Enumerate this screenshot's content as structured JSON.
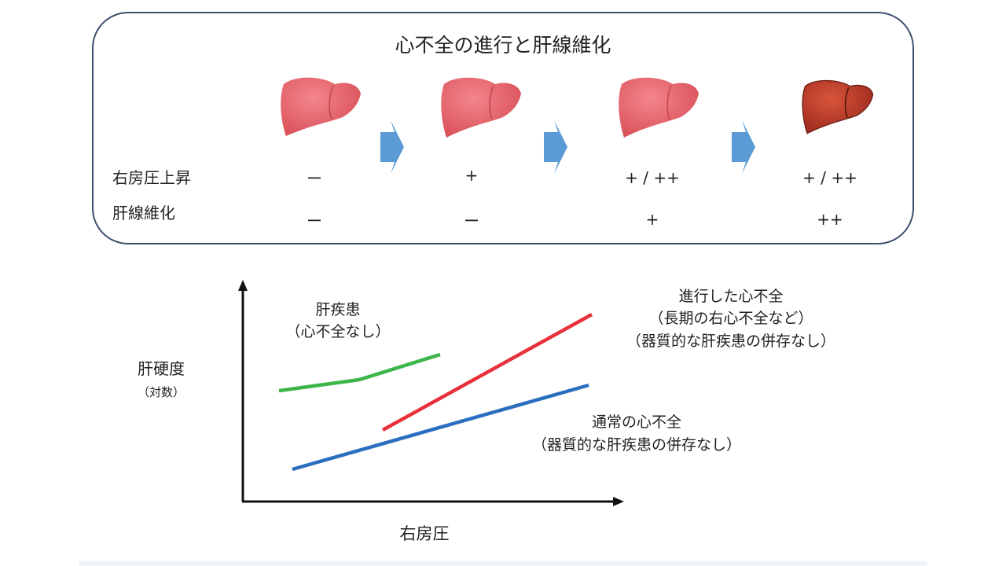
{
  "top_panel": {
    "title": "心不全の進行と肝線維化",
    "rows": [
      {
        "label": "右房圧上昇",
        "values": [
          "ー",
          "+",
          "+ / ++",
          "+ / ++"
        ]
      },
      {
        "label": "肝線維化",
        "values": [
          "ー",
          "ー",
          "+",
          "++"
        ]
      }
    ],
    "liver_colors": [
      "#e8606a",
      "#e8606a",
      "#e8606a",
      "#c0392b"
    ],
    "arrow_color": "#5b9bd5"
  },
  "chart_data": {
    "type": "line",
    "xlabel": "右房圧",
    "ylabel": "肝硬度",
    "ylabel_sub": "（対数）",
    "series": [
      {
        "name": "肝疾患",
        "name_sub": "（心不全なし）",
        "color": "#3cb54a"
      },
      {
        "name": "進行した心不全",
        "name_sub": "（長期の右心不全など）",
        "name_sub2": "（器質的な肝疾患の併存なし）",
        "color": "#e8303a"
      },
      {
        "name": "通常の心不全",
        "name_sub": "（器質的な肝疾患の併存なし）",
        "color": "#2a6fbf"
      }
    ]
  }
}
